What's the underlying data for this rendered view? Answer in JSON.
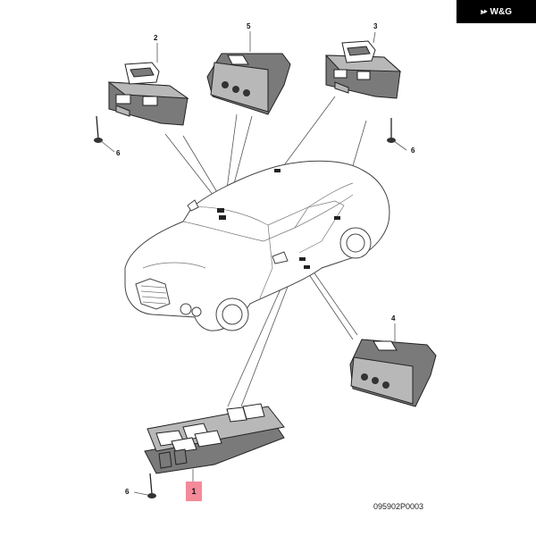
{
  "brand": {
    "label": "W&G",
    "icon": "wing-logo-icon"
  },
  "drawing_number": "095902P0003",
  "callouts": {
    "c1": "1",
    "c2": "2",
    "c3": "3",
    "c4": "4",
    "c5": "5",
    "c6a": "6",
    "c6b": "6",
    "c6c": "6"
  },
  "highlight_color": "#f48a9a"
}
